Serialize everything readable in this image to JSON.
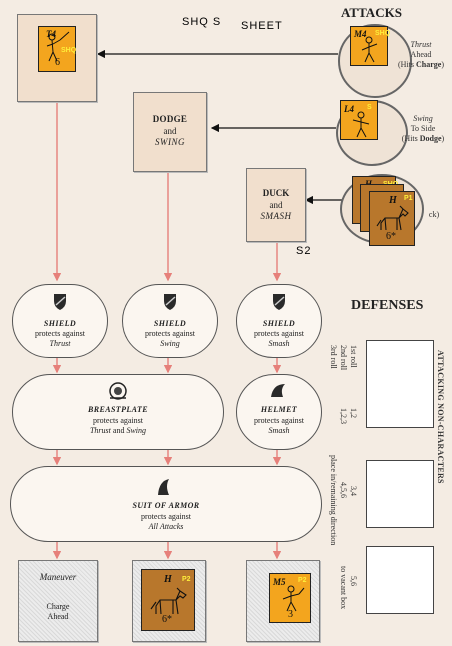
{
  "header": {
    "sheet_label_a": "SHQ S",
    "sheet_label_b": "SHEET",
    "attacks_title": "ATTACKS",
    "defenses_title": "DEFENSES",
    "section_label": "S2"
  },
  "maneuvers": {
    "dodge": {
      "line1": "DODGE",
      "line2": "and",
      "line3": "SWING"
    },
    "duck": {
      "line1": "DUCK",
      "line2": "and",
      "line3": "SMASH"
    },
    "charge": {
      "line1": "Maneuver",
      "line2": "Charge",
      "line3": "Ahead"
    }
  },
  "attacks": {
    "thrust": {
      "line1": "Thrust",
      "line2": "Ahead",
      "line3a": "(Hits ",
      "line3b": "Charge",
      "line3c": ")"
    },
    "swing": {
      "line1": "Swing",
      "line2": "To Side",
      "line3a": "(Hits ",
      "line3b": "Dodge",
      "line3c": ")"
    },
    "smash_partial": "ck)"
  },
  "counters": {
    "shq": {
      "id": "T4",
      "tag": "SHQ",
      "sub": "6"
    },
    "m4": {
      "id": "M4",
      "tag": "SHQ"
    },
    "l4": {
      "id": "L4",
      "tag": "S"
    },
    "h_back": {
      "id": "H",
      "tag": "SHQ"
    },
    "h_p1": {
      "id": "H",
      "tag": "P1",
      "sub": "6*"
    },
    "h_p2": {
      "id": "H",
      "tag": "P2",
      "sub": "6*"
    },
    "m5": {
      "id": "M5",
      "tag": "P2",
      "sub": "3"
    }
  },
  "defenses": {
    "shield": {
      "title": "SHIELD",
      "line2": "protects against"
    },
    "shield_targets": [
      "Thrust",
      "Swing",
      "Smash"
    ],
    "breastplate": {
      "title": "BREASTPLATE",
      "line2": "protects against",
      "line3a": "Thrust",
      "line3b": " and ",
      "line3c": "Swing"
    },
    "helmet": {
      "title": "HELMET",
      "line2": "protects against",
      "line3": "Smash"
    },
    "suit": {
      "title": "SUIT OF ARMOR",
      "line2": "protects against",
      "line3": "All Attacks"
    }
  },
  "side_panel": {
    "title": "ATTACKING NON-CHARACTERS",
    "rolls_1": [
      "1st roll",
      "2nd roll",
      "3rd roll"
    ],
    "rolls_2": "1,2",
    "rolls_3": "1,2,3",
    "mid_a": "3,4",
    "mid_b": "4,5,6",
    "mid_c": "place in/remaining direction",
    "bot_a": "5,6",
    "bot_b": "to vacant box"
  },
  "colors": {
    "arrow": "#e6807a",
    "counter_orange": "#f3a51e",
    "counter_brown": "#b8772c",
    "counter_tag": "#ffef3a"
  }
}
